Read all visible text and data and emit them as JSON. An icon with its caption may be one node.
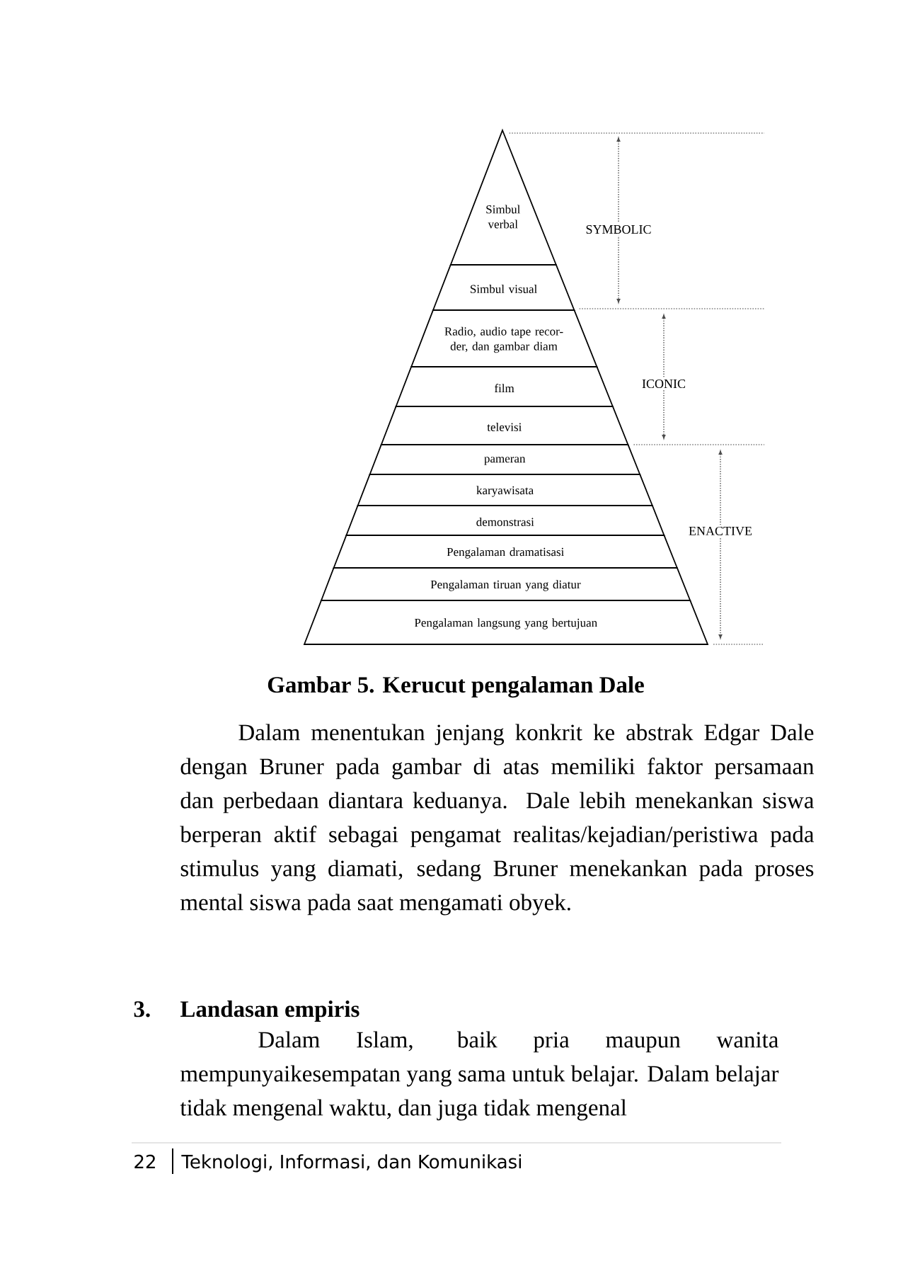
{
  "diagram": {
    "caption": "Gambar 5. Kerucut pengalaman Dale",
    "nodes": [
      {
        "text": [
          "Simbul verbal"
        ]
      },
      {
        "text": [
          "Simbul visual"
        ]
      },
      {
        "text": [
          "Radio, audio tape recor- der, dan gambar diam"
        ]
      },
      {
        "text": [
          "film"
        ]
      },
      {
        "text": [
          "televisi"
        ]
      },
      {
        "text": [
          "pameran"
        ]
      },
      {
        "text": [
          "karyawisata"
        ]
      },
      {
        "text": [
          "demonstrasi"
        ]
      },
      {
        "text": [
          "Pengalaman dramatisasi"
        ]
      },
      {
        "text": [
          "Pengalaman tiruan yang diatur"
        ]
      },
      {
        "text": [
          "Pengalaman langsung yang bertujuan"
        ]
      }
    ],
    "labels": [
      "SYMBOLIC",
      "ICONIC",
      "ENACTIVE",
      "Dalam menentukan jenjang konkrit ke abstrak Edgar Dale dengan Bruner pada gambar di atas memiliki faktor persamaan dan perbedaan diantara keduanya. Dale lebih menekankan siswa berperan aktif sebagai pengamat realitas/kejadian/peristiwa pada stimulus yang diamati, sedang Bruner menekankan pada proses mental siswa pada saat mengamati obyek.",
      "3.",
      "Landasan empiris",
      "Dalam Islam, baik pria maupun wanita mempunyaikesempatan yang sama untuk belajar. Dalam belajar tidak mengenal waktu, dan juga tidak mengenal",
      "22",
      "Teknologi, Informasi, dan Komunikasi"
    ]
  }
}
